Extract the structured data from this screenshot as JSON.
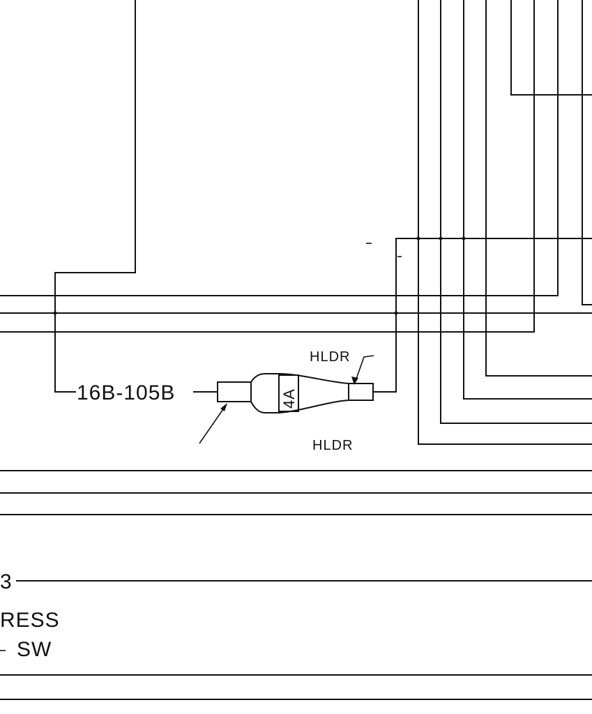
{
  "diagram": {
    "wire_label": "16B-105B",
    "fuse_rating": "4A",
    "holder_label_top": "HLDR",
    "holder_label_bottom": "HLDR",
    "bottom_label_fragment": "3",
    "switch_label_line1": "RESS",
    "switch_label_line2": "SW"
  },
  "colors": {
    "ink": "#111111",
    "paper": "#ffffff"
  }
}
